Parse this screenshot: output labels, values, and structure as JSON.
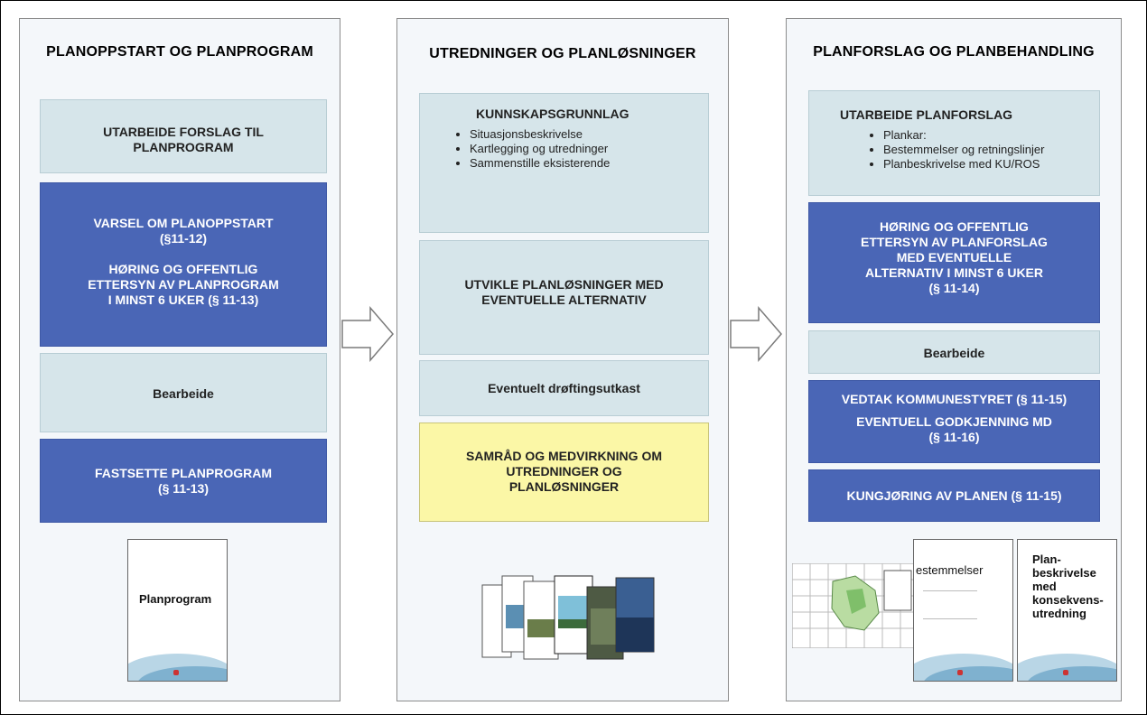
{
  "columns": [
    {
      "title": "PLANOPPSTART OG PLANPROGRAM",
      "boxes": [
        {
          "lines": [
            "UTARBEIDE FORSLAG TIL",
            "PLANPROGRAM"
          ]
        },
        {
          "lines": [
            "VARSEL OM PLANOPPSTART",
            "(§11-12)",
            "HØRING OG OFFENTLIG",
            "ETTERSYN AV PLANPROGRAM",
            "I MINST 6 UKER (§ 11-13)"
          ]
        },
        {
          "lines": [
            "Bearbeide"
          ]
        },
        {
          "lines": [
            "FASTSETTE PLANPROGRAM",
            "(§ 11-13)"
          ]
        }
      ],
      "doc_label": "Planprogram"
    },
    {
      "title": "UTREDNINGER OG PLANLØSNINGER",
      "boxes": [
        {
          "heading": "KUNNSKAPSGRUNNLAG",
          "bullets": [
            "Situasjonsbeskrivelse",
            "Kartlegging og utredninger",
            "Sammenstille eksisterende"
          ]
        },
        {
          "lines": [
            "UTVIKLE PLANLØSNINGER MED",
            "EVENTUELLE ALTERNATIV"
          ]
        },
        {
          "lines": [
            "Eventuelt drøftingsutkast"
          ]
        },
        {
          "lines": [
            "SAMRÅD OG MEDVIRKNING OM",
            "UTREDNINGER OG",
            "PLANLØSNINGER"
          ]
        }
      ]
    },
    {
      "title": "PLANFORSLAG OG PLANBEHANDLING",
      "boxes": [
        {
          "heading": "UTARBEIDE PLANFORSLAG",
          "bullets": [
            "Plankar:",
            "Bestemmelser og retningslinjer",
            "Planbeskrivelse med KU/ROS"
          ]
        },
        {
          "lines": [
            "HØRING OG OFFENTLIG",
            "ETTERSYN AV PLANFORSLAG",
            "MED EVENTUELLE",
            "ALTERNATIV I MINST 6 UKER",
            "(§ 11-14)"
          ]
        },
        {
          "lines": [
            "Bearbeide"
          ]
        },
        {
          "lines": [
            "VEDTAK KOMMUNESTYRET (§ 11-15)",
            "EVENTUELL GODKJENNING MD",
            "(§ 11-16)"
          ]
        },
        {
          "lines": [
            "KUNGJØRING AV PLANEN (§ 11-15)"
          ]
        }
      ],
      "doc_labels": [
        "estemmelser",
        "Plan-",
        "beskrivelse",
        "med",
        "konsekvens-",
        "utredning"
      ]
    }
  ]
}
